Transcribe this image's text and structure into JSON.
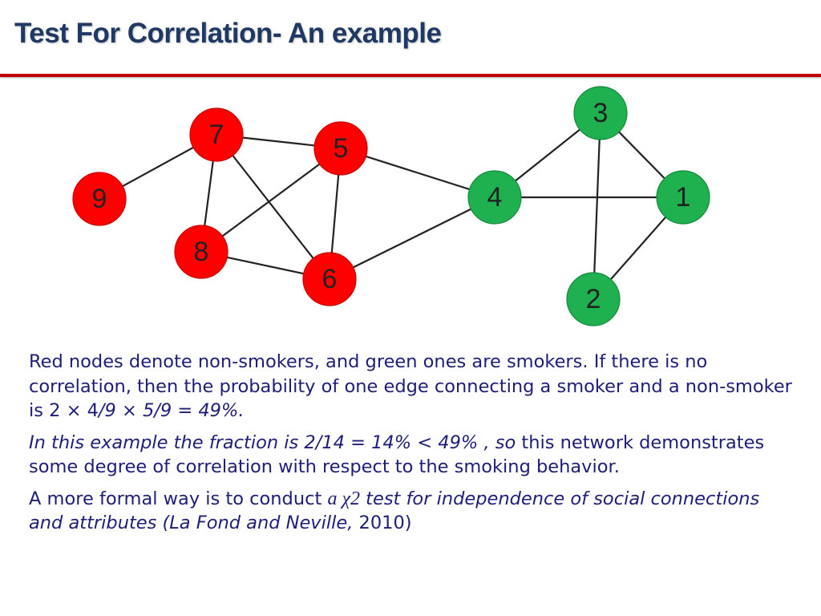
{
  "title": "Test For Correlation- An example",
  "colors": {
    "title": "#1f3864",
    "rule": "#c00000",
    "non_smoker": "#ff0000",
    "smoker": "#1fb04f",
    "body_text": "#1e1e78"
  },
  "graph": {
    "nodes": [
      {
        "id": "7",
        "label": "7",
        "group": "non-smoker"
      },
      {
        "id": "5",
        "label": "5",
        "group": "non-smoker"
      },
      {
        "id": "9",
        "label": "9",
        "group": "non-smoker"
      },
      {
        "id": "8",
        "label": "8",
        "group": "non-smoker"
      },
      {
        "id": "6",
        "label": "6",
        "group": "non-smoker"
      },
      {
        "id": "3",
        "label": "3",
        "group": "smoker"
      },
      {
        "id": "4",
        "label": "4",
        "group": "smoker"
      },
      {
        "id": "1",
        "label": "1",
        "group": "smoker"
      },
      {
        "id": "2",
        "label": "2",
        "group": "smoker"
      }
    ],
    "edges": [
      [
        "9",
        "7"
      ],
      [
        "7",
        "5"
      ],
      [
        "7",
        "8"
      ],
      [
        "7",
        "6"
      ],
      [
        "5",
        "8"
      ],
      [
        "5",
        "6"
      ],
      [
        "5",
        "4"
      ],
      [
        "8",
        "6"
      ],
      [
        "6",
        "4"
      ],
      [
        "4",
        "3"
      ],
      [
        "4",
        "1"
      ],
      [
        "3",
        "1"
      ],
      [
        "3",
        "2"
      ],
      [
        "1",
        "2"
      ]
    ]
  },
  "paragraphs": [
    {
      "p1_a": "Red nodes denote non-smokers, and green ones are smokers. If there is no correlation, then the probability of one edge connecting a smoker and a non-smoker is 2 × 4",
      "p1_b": "/9 × 5/9 = 49%."
    },
    {
      "p2_a": "In this example the fraction is 2/14 = 14% < 49% , so",
      "p2_b": " this network demonstrates some degree of correlation with respect to the smoking behavior."
    },
    {
      "p3_a": "A more formal way is to conduct ",
      "p3_b": "a χ2",
      "p3_c": " test for independence of social connections and attributes (La Fond and Neville,",
      "p3_d": " 2010)"
    }
  ]
}
